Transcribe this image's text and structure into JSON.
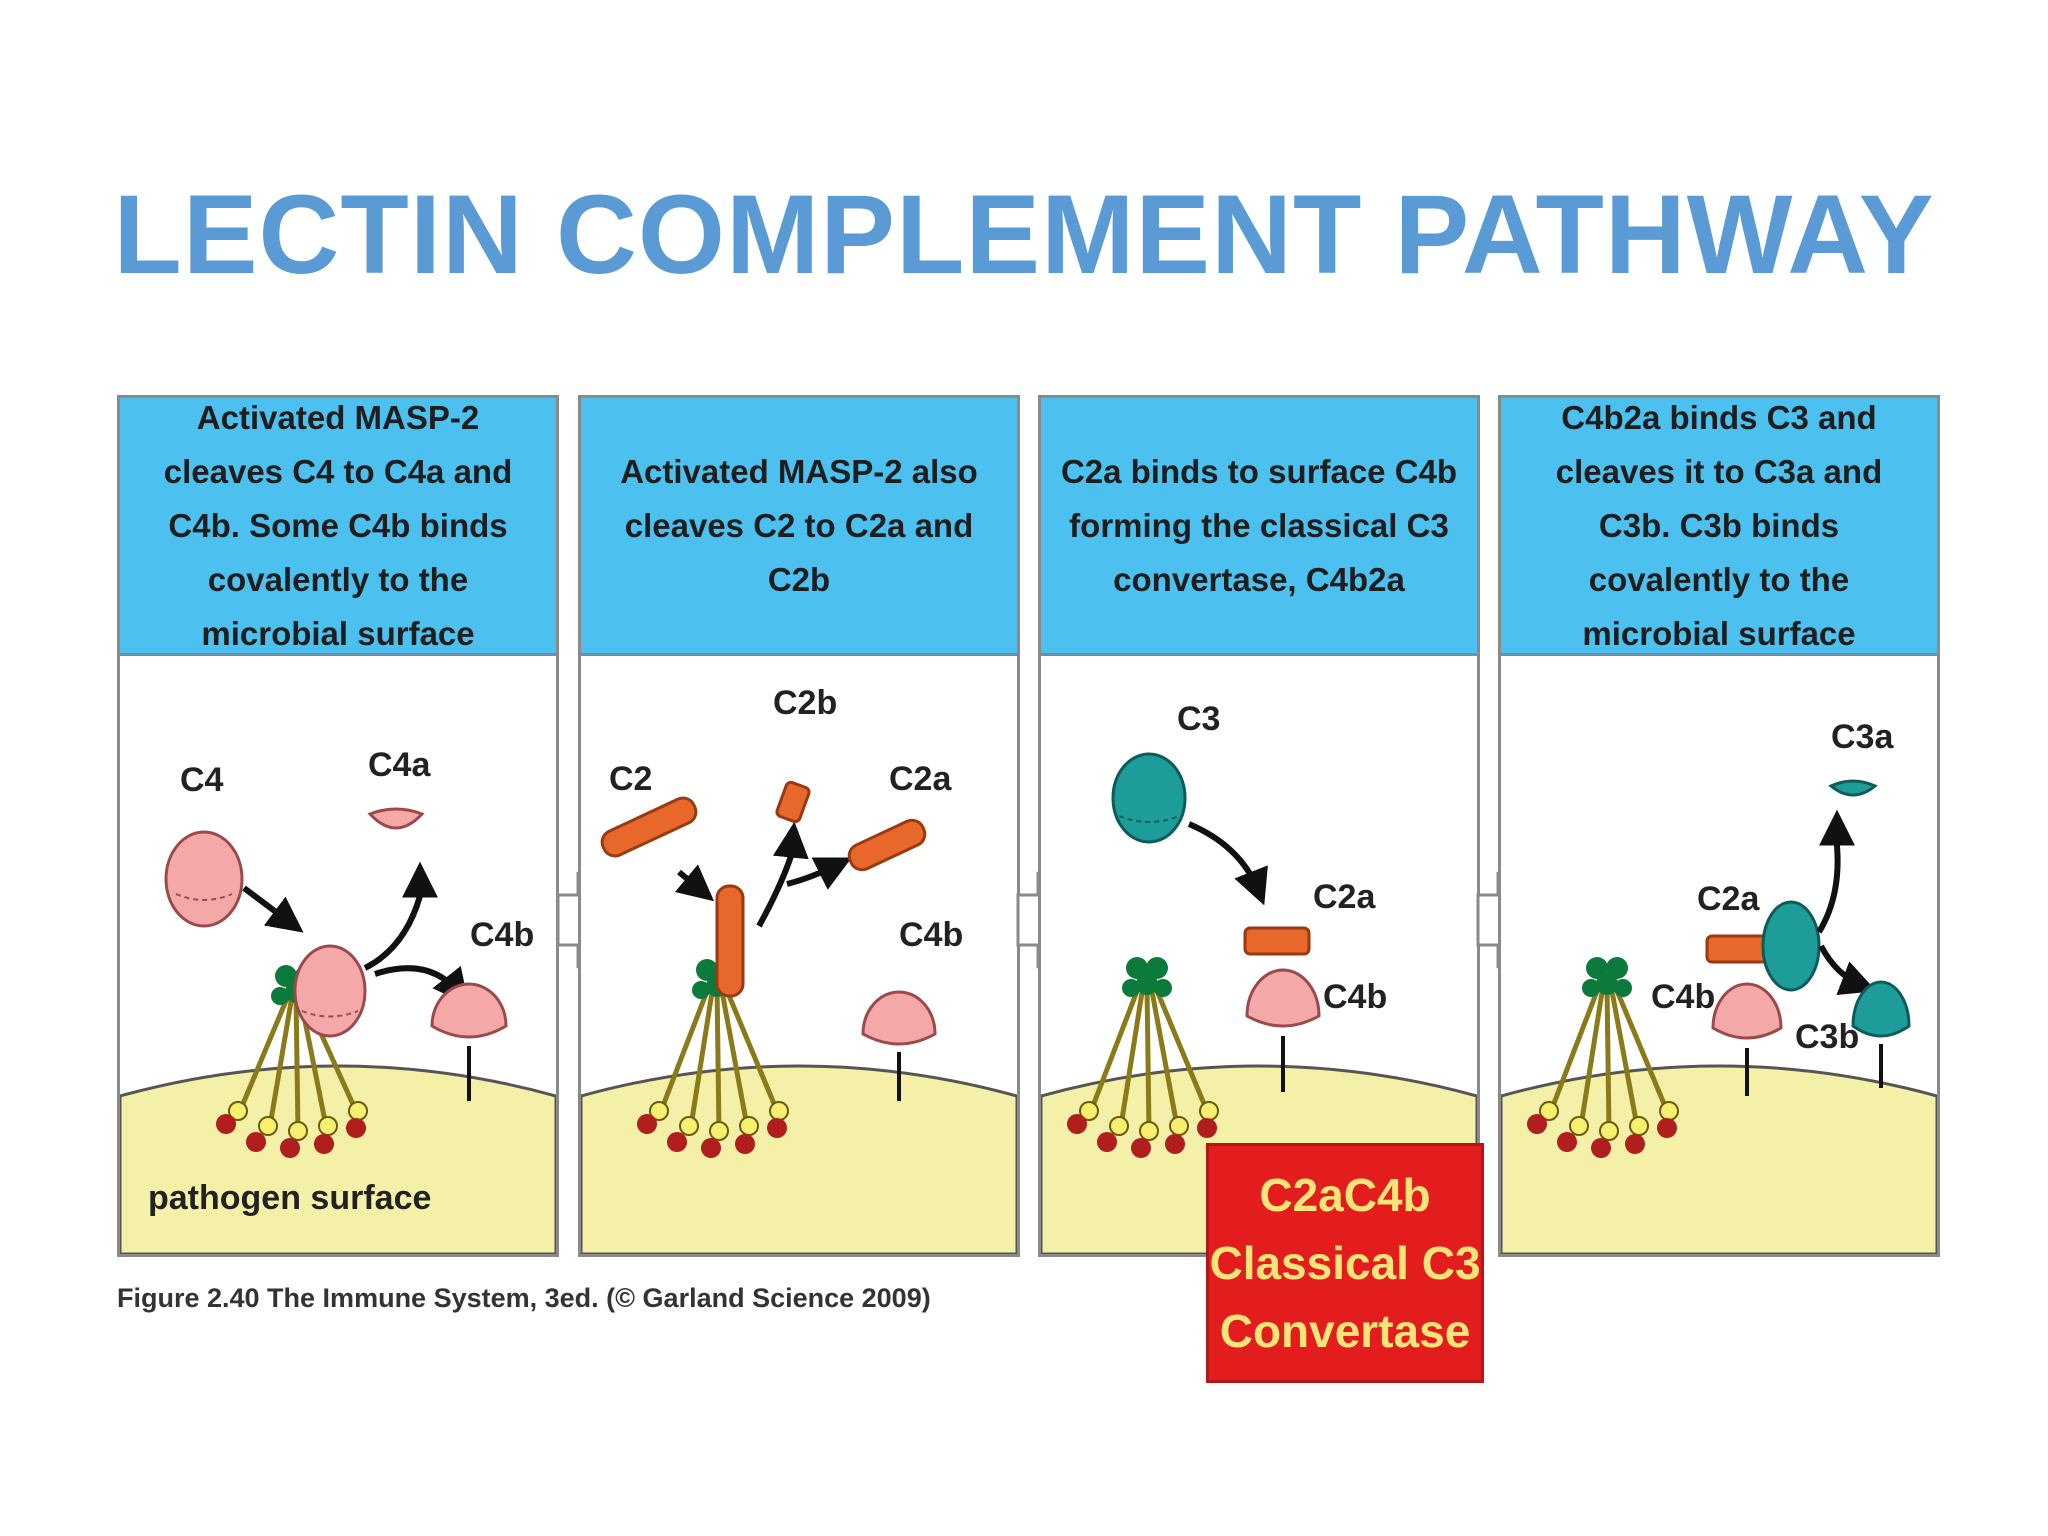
{
  "title": "LECTIN COMPLEMENT PATHWAY",
  "panels": [
    {
      "header": "Activated MASP-2 cleaves C4 to C4a and C4b. Some C4b binds covalently to the microbial surface",
      "labels": {
        "c4": "C4",
        "c4a": "C4a",
        "c4b": "C4b"
      },
      "surface_label": "pathogen surface"
    },
    {
      "header": "Activated MASP-2 also cleaves C2 to C2a and C2b",
      "labels": {
        "c2": "C2",
        "c2b": "C2b",
        "c2a": "C2a",
        "c4b": "C4b"
      }
    },
    {
      "header": "C2a binds to surface C4b forming the classical C3 convertase, C4b2a",
      "labels": {
        "c3": "C3",
        "c2a": "C2a",
        "c4b": "C4b"
      }
    },
    {
      "header": "C4b2a binds C3 and cleaves it to C3a and C3b. C3b binds covalently to the microbial surface",
      "labels": {
        "c3a": "C3a",
        "c2a": "C2a",
        "c4b": "C4b",
        "c3b": "C3b"
      }
    }
  ],
  "caption": "Figure 2.40 The Immune System, 3ed. (© Garland Science 2009)",
  "convertase_box": {
    "line1": "C2aC4b",
    "line2": "Classical C3",
    "line3": "Convertase"
  },
  "colors": {
    "title": "#5b9bd5",
    "header_bg": "#4cc0ee",
    "surface": "#f5f0a8",
    "c4": "#f4a9a8",
    "c2": "#e8672a",
    "c3": "#1e9c9a",
    "lectin": "#0b7a3a",
    "convertase_bg": "#e31d1d",
    "convertase_text": "#f7e57a"
  }
}
